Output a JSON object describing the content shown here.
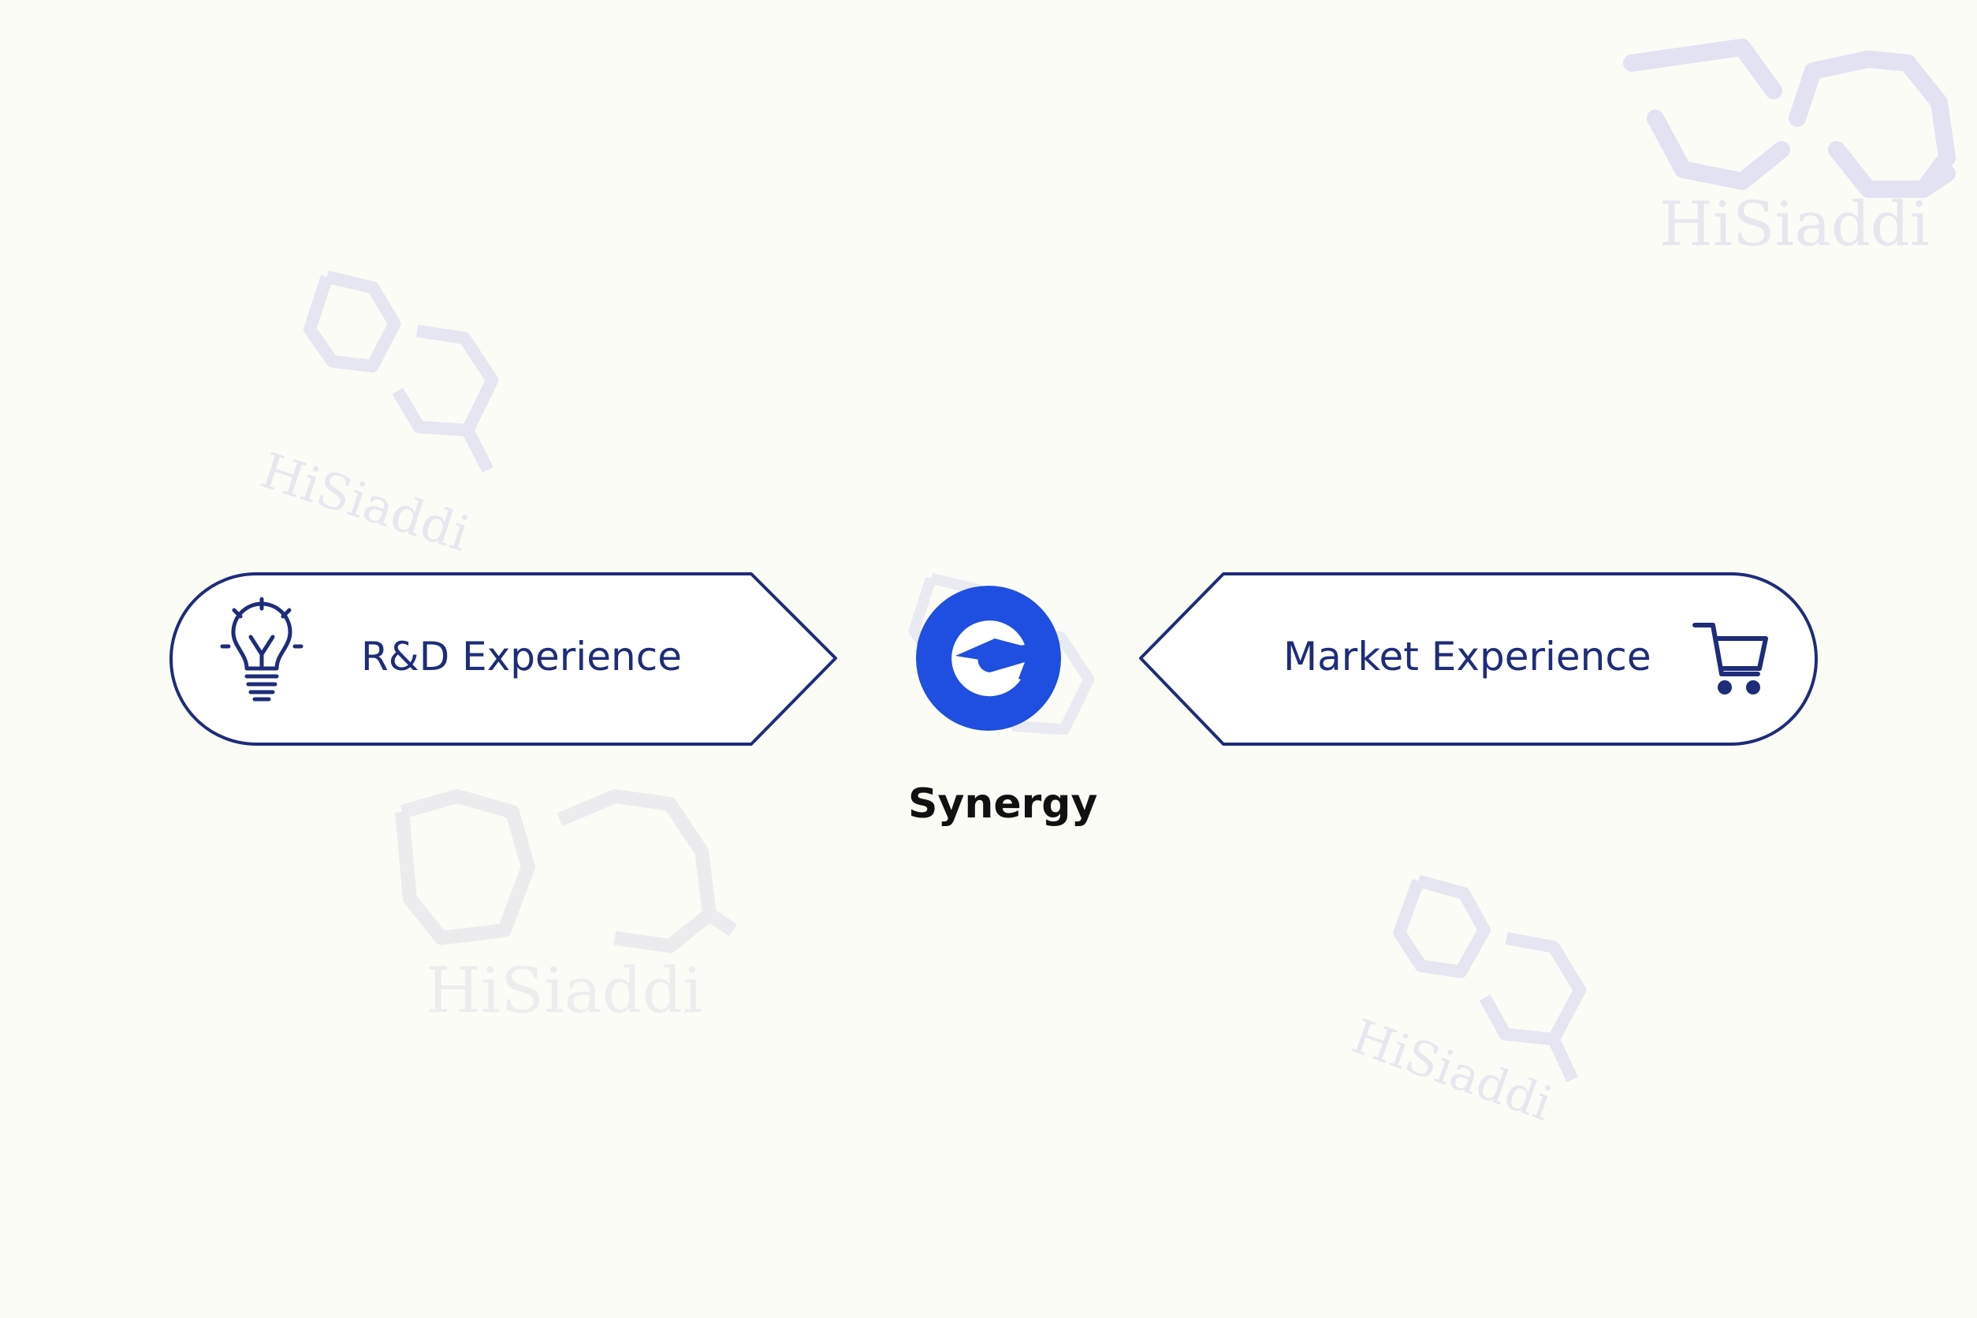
{
  "diagram": {
    "left_box": {
      "label": "R&D Experience",
      "icon": "lightbulb-icon"
    },
    "center": {
      "label": "Synergy",
      "icon": "synergy-logo-icon"
    },
    "right_box": {
      "label": "Market Experience",
      "icon": "shopping-cart-icon"
    }
  },
  "watermark": {
    "text": "HiSiaddi"
  },
  "colors": {
    "background": "#fcfcf7",
    "outline": "#1e2c7a",
    "accent": "#1f4fe0",
    "watermark": "#e2e2f2"
  }
}
